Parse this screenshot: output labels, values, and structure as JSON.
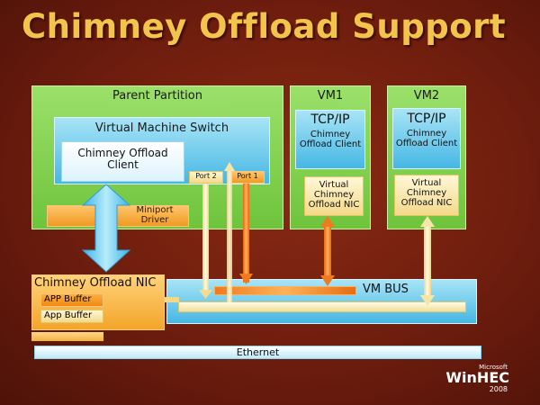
{
  "title": "Chimney Offload Support",
  "parent_partition": {
    "label": "Parent Partition",
    "vm_switch": "Virtual Machine Switch",
    "chimney_client": "Chimney Offload Client",
    "port2": "Port 2",
    "port1": "Port 1",
    "miniport": "Miniport Driver"
  },
  "vm1": {
    "label": "VM1",
    "tcpip": "TCP/IP",
    "client": "Chimney Offload Client",
    "nic": "Virtual Chimney Offload NIC"
  },
  "vm2": {
    "label": "VM2",
    "tcpip": "TCP/IP",
    "client": "Chimney Offload Client",
    "nic": "Virtual Chimney Offload NIC"
  },
  "nic": {
    "label": "Chimney Offload NIC",
    "buffer1": "APP Buffer",
    "buffer2": "App Buffer"
  },
  "vmbus": "VM BUS",
  "ethernet": "Ethernet",
  "logo": {
    "company": "Microsoft",
    "event": "WinHEC",
    "year": "2008"
  }
}
